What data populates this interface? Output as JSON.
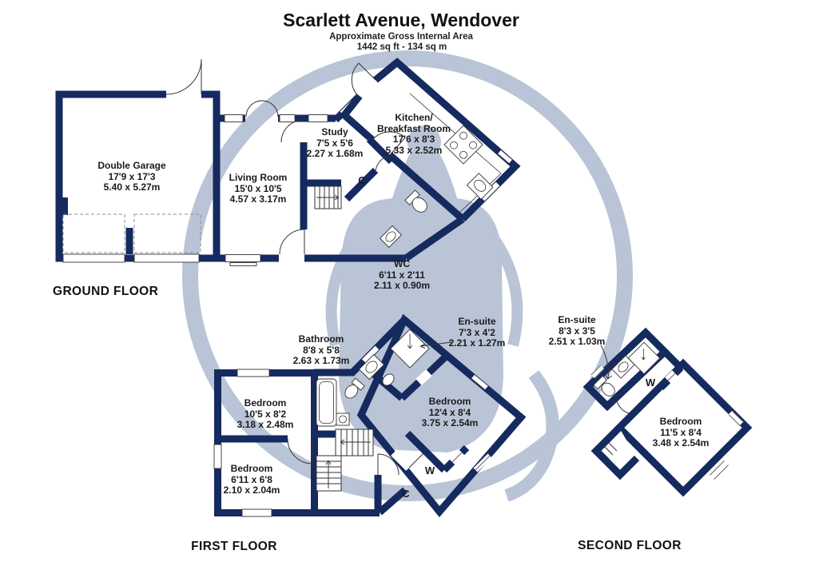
{
  "header": {
    "title": "Scarlett Avenue, Wendover",
    "subtitle": "Approximate Gross Internal Area",
    "area": "1442 sq ft - 134 sq m"
  },
  "colors": {
    "wall": "#152a5f",
    "watermark": "#b9c4d6",
    "text": "#1b1b1b"
  },
  "floors": {
    "ground": {
      "label": "GROUND FLOOR",
      "rooms": {
        "garage": {
          "name": "Double Garage",
          "imperial": "17'9 x 17'3",
          "metric": "5.40 x 5.27m"
        },
        "living": {
          "name": "Living Room",
          "imperial": "15'0 x 10'5",
          "metric": "4.57 x 3.17m"
        },
        "study": {
          "name": "Study",
          "imperial": "7'5 x 5'6",
          "metric": "2.27 x 1.68m"
        },
        "kitchen": {
          "name": "Kitchen/",
          "name2": "Breakfast Room",
          "imperial": "17'6 x 8'3",
          "metric": "5.33 x 2.52m"
        },
        "wc": {
          "name": "WC",
          "imperial": "6'11 x 2'11",
          "metric": "2.11 x 0.90m"
        }
      },
      "closets": {
        "c": "C"
      }
    },
    "first": {
      "label": "FIRST FLOOR",
      "rooms": {
        "bathroom": {
          "name": "Bathroom",
          "imperial": "8'8 x 5'8",
          "metric": "2.63 x 1.73m"
        },
        "bedroom1": {
          "name": "Bedroom",
          "imperial": "10'5 x 8'2",
          "metric": "3.18 x 2.48m"
        },
        "bedroom2": {
          "name": "Bedroom",
          "imperial": "6'11 x 6'8",
          "metric": "2.10 x 2.04m"
        },
        "bedroom3": {
          "name": "Bedroom",
          "imperial": "12'4 x 8'4",
          "metric": "3.75 x 2.54m"
        },
        "ensuite": {
          "name": "En-suite",
          "imperial": "7'3 x 4'2",
          "metric": "2.21 x 1.27m"
        }
      },
      "closets": {
        "w": "W",
        "c": "C"
      }
    },
    "second": {
      "label": "SECOND FLOOR",
      "rooms": {
        "ensuite": {
          "name": "En-suite",
          "imperial": "8'3 x 3'5",
          "metric": "2.51 x 1.03m"
        },
        "bedroom": {
          "name": "Bedroom",
          "imperial": "11'5 x 8'4",
          "metric": "3.48 x 2.54m"
        }
      },
      "closets": {
        "w": "W"
      }
    }
  }
}
